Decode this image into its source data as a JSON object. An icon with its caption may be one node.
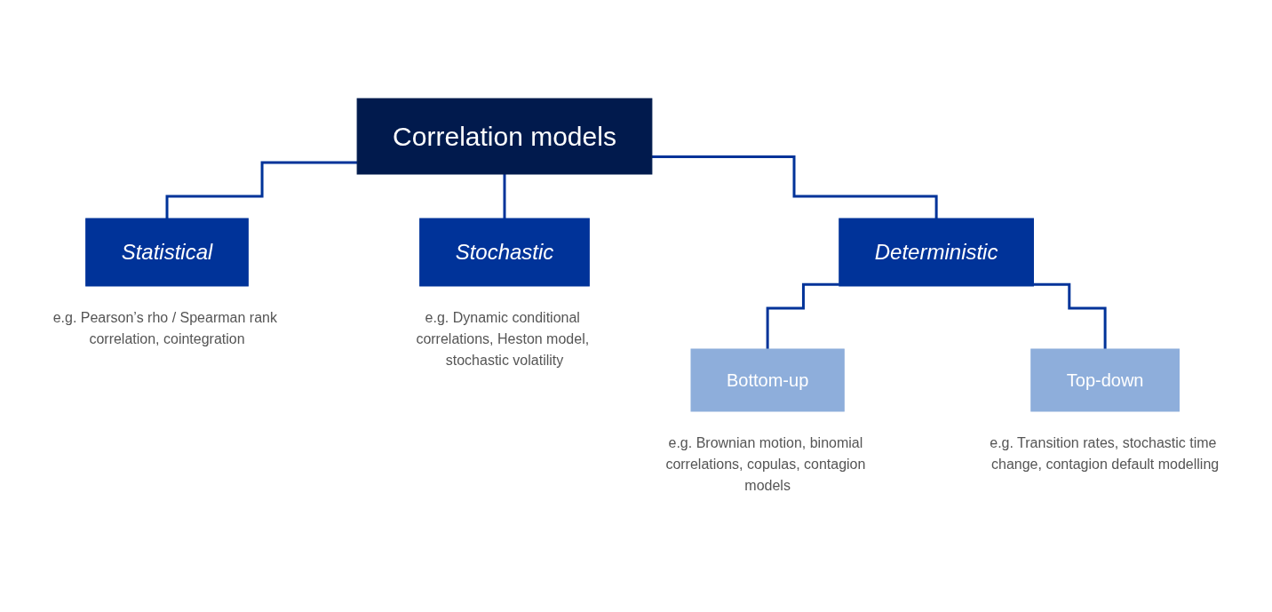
{
  "diagram": {
    "nodes": [
      {
        "text": [
          "Correlation models"
        ]
      },
      {
        "text": [
          "Statistical"
        ],
        "beside": [
          "e.g. Pearson’s rho / Spearman rank correlation, cointegration"
        ]
      },
      {
        "text": [
          "Deterministic"
        ]
      },
      {
        "text": [
          "Stochastic"
        ],
        "beside": [
          "e.g. Dynamic conditional correlations, Heston model, stochastic volatility"
        ]
      },
      {
        "text": [
          "Bottom-up"
        ],
        "beside": [
          "e.g. Brownian motion, binomial correlations, copulas, contagion models"
        ]
      },
      {
        "text": [
          "Top-down"
        ],
        "beside": [
          "e.g. Transition rates, stochastic time change, contagion default modelling"
        ]
      }
    ],
    "edges": [
      {
        "from": 0,
        "to": 1,
        "arrow": "none"
      },
      {
        "from": 0,
        "to": 2,
        "arrow": "none"
      },
      {
        "from": 0,
        "to": 3,
        "arrow": "none"
      },
      {
        "from": 2,
        "to": 4,
        "arrow": "none"
      },
      {
        "from": 2,
        "to": 5,
        "arrow": "none"
      }
    ]
  }
}
